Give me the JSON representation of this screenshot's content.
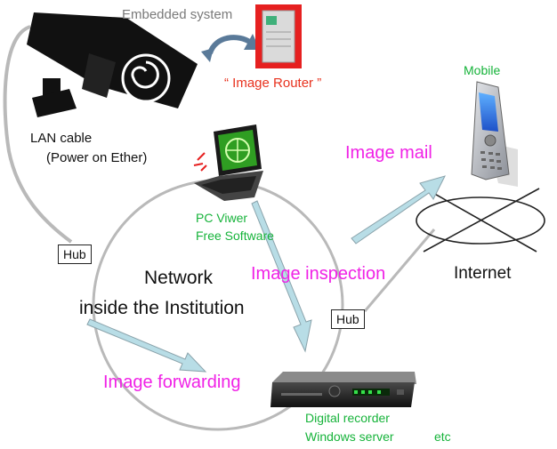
{
  "labels": {
    "embedded_system": "Embedded system",
    "image_router": "“ Image Router ”",
    "mobile": "Mobile",
    "lan_cable": "LAN cable",
    "power_on_ether": "(Power on Ether)",
    "image_mail": "Image mail",
    "pc_viewer_line1": "PC Viwer",
    "pc_viewer_line2": "Free Software",
    "hub_left": "Hub",
    "hub_right": "Hub",
    "network_line1": "Network",
    "network_line2": "inside the Institution",
    "image_inspection": "Image inspection",
    "internet": "Internet",
    "image_forwarding": "Image forwarding",
    "digital_recorder": "Digital recorder",
    "windows_server": "Windows server",
    "etc": "etc"
  },
  "colors": {
    "magenta": "#f022e6",
    "green": "#16b33a",
    "red": "#e8321e",
    "gray": "#7a7a7a",
    "arrow": "#b8dde6"
  },
  "icons": [
    "camera-icon",
    "router-icon",
    "laptop-icon",
    "mobile-phone-icon",
    "digital-recorder-icon",
    "curved-arrow-icon",
    "internet-globe-icon"
  ]
}
